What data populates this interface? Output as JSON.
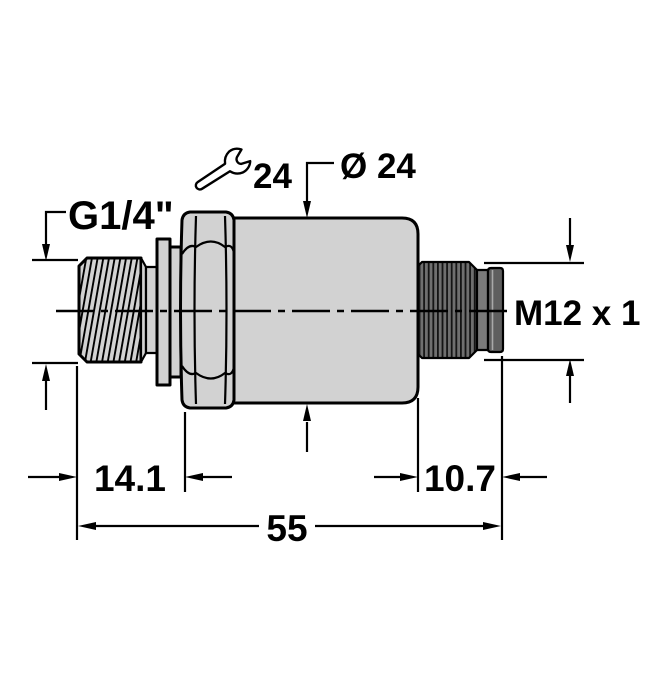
{
  "labels": {
    "process_thread": "G1/4\"",
    "wrench_size": "24",
    "diameter": "Ø 24",
    "connector": "M12 x 1"
  },
  "dimensions": {
    "thread_length": "14.1",
    "connector_length": "10.7",
    "total_length": "55"
  },
  "icons": {
    "wrench": "open-end-wrench-icon"
  },
  "colors": {
    "outline": "#000000",
    "body_fill": "#d2d2d2",
    "connector_fill": "#6f6f6f",
    "connector_groove": "#7a7a7a",
    "connector_ring": "#5e5e5e",
    "background": "#ffffff"
  }
}
